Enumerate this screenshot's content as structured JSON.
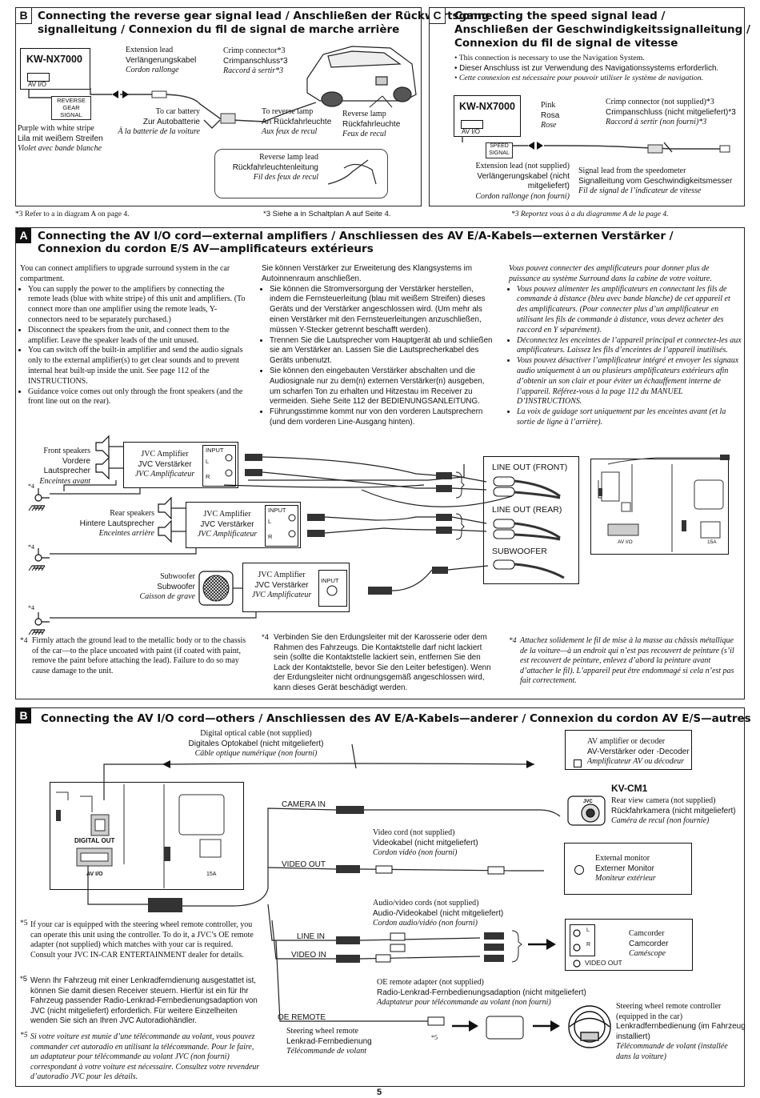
{
  "section_b_top": {
    "letter": "B",
    "title_line1": "Connecting the reverse gear signal lead / Anschließen der Rückwärtsgang",
    "title_line2": "signalleitung / Connexion du fil de signal de marche arrière",
    "unit_model": "KW-NX7000",
    "av_io": "AV I/O",
    "reverse_gear_signal_line1": "REVERSE",
    "reverse_gear_signal_line2": "GEAR",
    "reverse_gear_signal_line3": "SIGNAL",
    "extension_lead": [
      "Extension lead",
      "Verlängerungskabel",
      "Cordon rallonge"
    ],
    "crimp_connector": [
      "Crimp connector*3",
      "Crimpanschluss*3",
      "Raccord à sertir*3"
    ],
    "purple_wire": [
      "Purple with white stripe",
      "Lila mit weißem Streifen",
      "Violet avec bande blanche"
    ],
    "to_car_battery": [
      "To car battery",
      "Zur Autobatterie",
      "À la batterie de la voiture"
    ],
    "to_reverse_lamp": [
      "To reverse lamp",
      "An Rückfahrleuchte",
      "Aux feux de recul"
    ],
    "reverse_lamp": [
      "Reverse lamp",
      "Rückfahrleuchte",
      "Feux de recul"
    ],
    "reverse_lamp_lead": [
      "Reverse lamp lead",
      "Rückfahrleuchtenleitung",
      "Fil des feux de recul"
    ]
  },
  "section_c_top": {
    "letter": "C",
    "title_line1": "Connecting the speed signal lead /",
    "title_line2": "Anschließen der Geschwindigkeitssignalleitung /",
    "title_line3": "Connexion du fil de signal de vitesse",
    "bullets": [
      "This connection is necessary to use the Navigation System.",
      "Dieser Anschluss ist zur Verwendung des Navigationssystems erforderlich.",
      "Cette connexion est nécessaire pour pouvoir utiliser le système de navigation."
    ],
    "unit_model": "KW-NX7000",
    "av_io": "AV I/O",
    "speed_signal_line1": "SPEED",
    "speed_signal_line2": "SIGNAL",
    "pink": [
      "Pink",
      "Rosa",
      "Rose"
    ],
    "crimp_connector": [
      "Crimp connector (not supplied)*3",
      "Crimpanschluss (nicht mitgeliefert)*3",
      "Raccord à sertir (non fourni)*3"
    ],
    "extension_lead": [
      "Extension lead (not supplied)",
      "Verlängerungskabel (nicht mitgeliefert)",
      "Cordon rallonge (non fourni)"
    ],
    "signal_lead": [
      "Signal lead from the speedometer",
      "Signalleitung vom Geschwindigkeitsmesser",
      "Fil de signal de l’indicateur de vitesse"
    ]
  },
  "footnote3": {
    "en": "*3  Refer to a in diagram A on page 4.",
    "de": "*3  Siehe a in Schaltplan A auf Seite 4.",
    "fr": "*3  Reportez vous à a du diagramme A de la page 4."
  },
  "section_a": {
    "letter": "A",
    "title_line1": "Connecting the AV I/O cord—external amplifiers / Anschliessen des AV E/A-Kabels—externen Verstärker /",
    "title_line2": "Connexion du cordon E/S AV—amplificateurs extérieurs",
    "en_intro": "You can connect amplifiers to upgrade surround system in the car compartment.",
    "en_bullets": [
      "You can supply the power to the amplifiers by connecting the remote leads (blue with white stripe) of this unit and amplifiers. (To connect more than one amplifier using the remote leads, Y-connectors need to be separately purchased.)",
      "Disconnect the speakers from the unit, and connect them to the amplifier. Leave the speaker leads of the unit unused.",
      "You can switch off the built-in amplifier and send the audio signals only to the external amplifier(s) to get clear sounds and to prevent internal heat built-up inside the unit. See page 112 of the INSTRUCTIONS.",
      "Guidance voice comes out only through the front speakers (and the front line out on the rear)."
    ],
    "de_intro": "Sie können Verstärker zur Erweiterung des Klangsystems im Autoinnenraum anschließen.",
    "de_bullets": [
      "Sie können die Stromversorgung der Verstärker herstellen, indem die Fernsteuerleitung (blau mit weißem Streifen) dieses Geräts und der Verstärker angeschlossen wird. (Um mehr als einen Verstärker mit den Fernsteuerleitungen anzuschließen, müssen Y-Stecker getrennt beschafft werden).",
      "Trennen Sie die Lautsprecher vom Hauptgerät ab und schließen sie am Verstärker an. Lassen Sie die Lautsprecherkabel des Geräts unbenutzt.",
      "Sie können den eingebauten Verstärker abschalten und die Audiosignale nur zu dem(n) externen Verstärker(n) ausgeben, um scharfen Ton zu erhalten und Hitzestau im Receiver zu vermeiden. Siehe Seite 112 der BEDIENUNGSANLEITUNG.",
      "Führungsstimme kommt nur von den vorderen Lautsprechern (und dem vorderen Line-Ausgang hinten)."
    ],
    "fr_intro": "Vous pouvez connecter des amplificateurs pour donner plus de puissance au système Surround dans la cabine de votre voiture.",
    "fr_bullets": [
      "Vous pouvez alimenter les amplificateurs en connectant les fils de commande à distance (bleu avec bande blanche) de cet appareil et des amplificateurs. (Pour connecter plus d’un amplificateur en utilisant les fils de commande à distance, vous devez acheter des raccord en Y séparément).",
      "Déconnectez les enceintes de l’appareil principal et connectez-les aux amplificateurs. Laissez les fils d’enceintes de l’appareil inutilisés.",
      "Vous pouvez désactiver l’amplificateur intégré et envoyer les signaux audio uniquement à un ou plusieurs amplificateurs extérieurs afin d’obtenir un son clair et pour éviter un échauffement interne de l’appareil. Référez-vous à la page 112 du MANUEL D’INSTRUCTIONS.",
      "La voix de guidage sort uniquement par les enceintes avant (et la sortie de ligne à l’arrière)."
    ],
    "front_speakers": [
      "Front speakers",
      "Vordere Lautsprecher",
      "Enceintes avant"
    ],
    "rear_speakers": [
      "Rear speakers",
      "Hintere Lautsprecher",
      "Enceintes arrière"
    ],
    "subwoofer": [
      "Subwoofer",
      "Subwoofer",
      "Caisson de grave"
    ],
    "amplifier": [
      "JVC Amplifier",
      "JVC Verstärker",
      "JVC Amplificateur"
    ],
    "input": "INPUT",
    "l": "L",
    "r": "R",
    "line_out_front": "LINE OUT (FRONT)",
    "line_out_rear": "LINE OUT (REAR)",
    "subwoofer_out": "SUBWOOFER",
    "av_io": "AV I/O",
    "fuse": "15A",
    "ground_mark": "*4",
    "fn4_en": "Firmly attach the ground lead to the metallic body or to the chassis of the car—to the place uncoated with paint (if coated with paint, remove the paint before attaching the lead). Failure to do so may cause damage to the unit.",
    "fn4_de": "Verbinden Sie den Erdungsleiter mit der Karosserie oder dem Rahmen des Fahrzeugs. Die Kontaktstelle darf nicht lackiert sein (sollte die Kontaktstelle lackiert sein, entfernen Sie den Lack der Kontaktstelle, bevor Sie den Leiter befestigen). Wenn der Erdungsleiter nicht ordnungsgemäß angeschlossen wird, kann dieses Gerät beschädigt werden.",
    "fn4_fr": "Attachez solidement le fil de mise à la masse au châssis métallique de la voiture—à un endroit qui n’est pas recouvert de peinture (s’il est recouvert de peinture, enlevez d’abord la peinture avant d’attacher le fil). L’appareil peut être endommagé si cela n’est pas fait correctement.",
    "fn_marker": "*4"
  },
  "section_b_bottom": {
    "letter": "B",
    "title": "Connecting the AV I/O cord—others / Anschliessen des AV E/A-Kabels—anderer / Connexion du cordon AV E/S—autres",
    "digital_optical": [
      "Digital optical cable (not supplied)",
      "Digitales Optokabel (nicht mitgeliefert)",
      "Câble optique numérique (non fourni)"
    ],
    "av_amplifier": [
      "AV amplifier or decoder",
      "AV-Verstärker oder -Decoder",
      "Amplificateur AV ou décodeur"
    ],
    "digital_out": "DIGITAL OUT",
    "av_io": "AV I/O",
    "fuse": "15A",
    "camera_in": "CAMERA IN",
    "video_out": "VIDEO OUT",
    "line_in": "LINE IN",
    "video_in": "VIDEO IN",
    "oe_remote": "OE REMOTE",
    "camera_model": "KV-CM1",
    "camera_brand": "JVC",
    "rear_camera": [
      "Rear view camera (not supplied)",
      "Rückfahrkamera (nicht mitgeliefert)",
      "Caméra de recul (non fournie)"
    ],
    "video_cord": [
      "Video cord (not supplied)",
      "Videokabel (nicht mitgeliefert)",
      "Cordon vidéo (non fourni)"
    ],
    "external_monitor": [
      "External monitor",
      "Externer Monitor",
      "Moniteur extérieur"
    ],
    "av_cords": [
      "Audio/video cords (not supplied)",
      "Audio-/Videokabel (nicht mitgeliefert)",
      "Cordon audio/vidéo (non fourni)"
    ],
    "camcorder": [
      "Camcorder",
      "Camcorder",
      "Caméscope"
    ],
    "cam_l": "L",
    "cam_r": "R",
    "cam_video_out": "VIDEO OUT",
    "oe_adapter": [
      "OE remote adapter (not supplied)",
      "Radio-Lenkrad-Fernbedienungsadaption (nicht mitgeliefert)",
      "Adaptateur pour télécommande au volant (non fourni)"
    ],
    "steering_remote": [
      "Steering wheel remote",
      "Lenkrad-Fernbedienung",
      "Télécommande de volant"
    ],
    "steering_controller": [
      "Steering wheel remote controller",
      "(equipped in the car)",
      "Lenkradfernbedienung (im Fahrzeug",
      "installiert)",
      "Télécommande de volant (installée",
      "dans la voiture)"
    ],
    "fn5_marker": "*5",
    "fn5_en": "If your car is equipped with the steering wheel remote controller, you can operate this unit using the controller. To do it, a JVC’s OE remote adapter (not supplied) which matches with your car is required. Consult your JVC IN-CAR ENTERTAINMENT dealer for details.",
    "fn5_de": "Wenn Ihr Fahrzeug mit einer Lenkradferndienung ausgestattet ist, können Sie damit diesen Receiver steuern. Hierfür ist ein für Ihr Fahrzeug passender Radio-Lenkrad-Fernbedienungsadaption von JVC (nicht mitgeliefert) erforderlich. Für weitere Einzelheiten wenden Sie sich an Ihren JVC Autoradiohändler.",
    "fn5_fr": "Si votre voiture est munie d’une télécommande au volant, vous pouvez commander cet autoradio en utilisant la télécommande. Pour le faire, un adaptateur pour télécommande au volant JVC (non fourni) correspondant à votre voiture est nécessaire. Consultez votre revendeur d’autoradio JVC pour les détails."
  },
  "page_number": "5",
  "colors": {
    "ink": "#111111",
    "wire": "#333333",
    "shade": "#bbbbbb"
  }
}
